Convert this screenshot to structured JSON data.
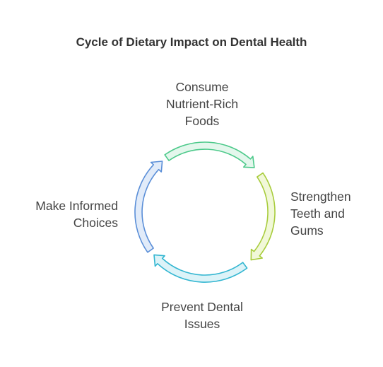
{
  "title": "Cycle of Dietary Impact on Dental Health",
  "steps": [
    {
      "lines": [
        "Consume",
        "Nutrient-Rich",
        "Foods"
      ],
      "color": "#4cc98a",
      "fill": "#e3f7ec"
    },
    {
      "lines": [
        "Strengthen",
        "Teeth and",
        "Gums"
      ],
      "color": "#a8cc3c",
      "fill": "#f1f8d8"
    },
    {
      "lines": [
        "Prevent Dental",
        "Issues"
      ],
      "color": "#33b6d1",
      "fill": "#dcf3f8"
    },
    {
      "lines": [
        "Make Informed",
        "Choices"
      ],
      "color": "#5b8fd8",
      "fill": "#e1ebf9"
    }
  ]
}
